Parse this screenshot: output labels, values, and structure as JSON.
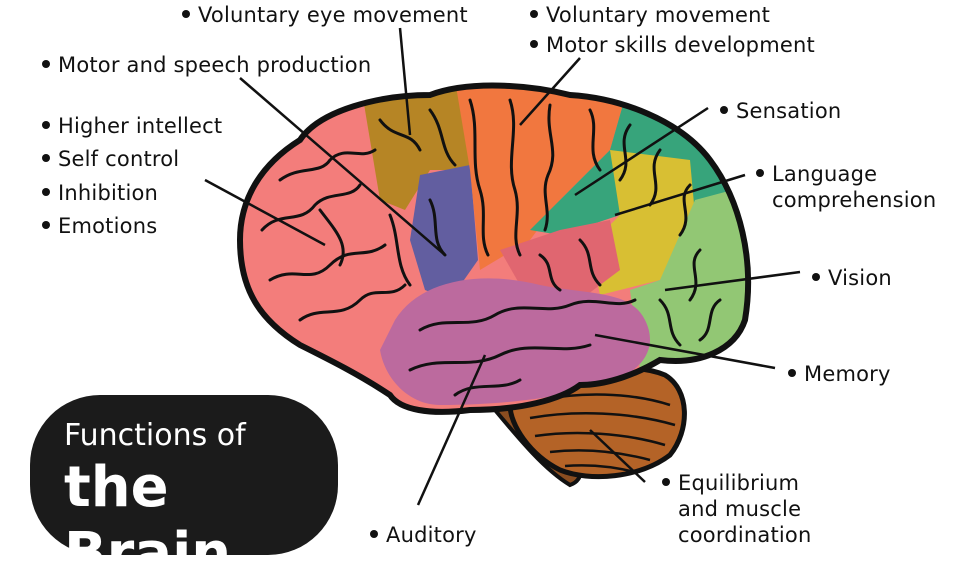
{
  "title": {
    "line1": "Functions of",
    "line2": "the Brain"
  },
  "labels": {
    "voluntary_eye_movement": "Voluntary eye movement",
    "motor_speech": "Motor and speech production",
    "higher_intellect": "Higher intellect",
    "self_control": "Self control",
    "inhibition": "Inhibition",
    "emotions": "Emotions",
    "voluntary_movement": "Voluntary movement",
    "motor_skills": "Motor skills development",
    "sensation": "Sensation",
    "language_1": "Language",
    "language_2": "comprehension",
    "vision": "Vision",
    "memory": "Memory",
    "equilibrium_1": "Equilibrium",
    "equilibrium_2": "and muscle",
    "equilibrium_3": "coordination",
    "auditory": "Auditory"
  },
  "colors": {
    "frontal": "#f37d7b",
    "frontal_eye": "#b68525",
    "broca": "#625ea0",
    "motor": "#f1773f",
    "sensory": "#37a47b",
    "wernicke": "#d8bf33",
    "occipital": "#92c774",
    "temporal": "#bc6a9e",
    "insula": "#e06670",
    "cerebellum": "#b46327",
    "stem": "#8a4d20",
    "outline": "#111111",
    "title_bg": "#1b1b1b"
  }
}
